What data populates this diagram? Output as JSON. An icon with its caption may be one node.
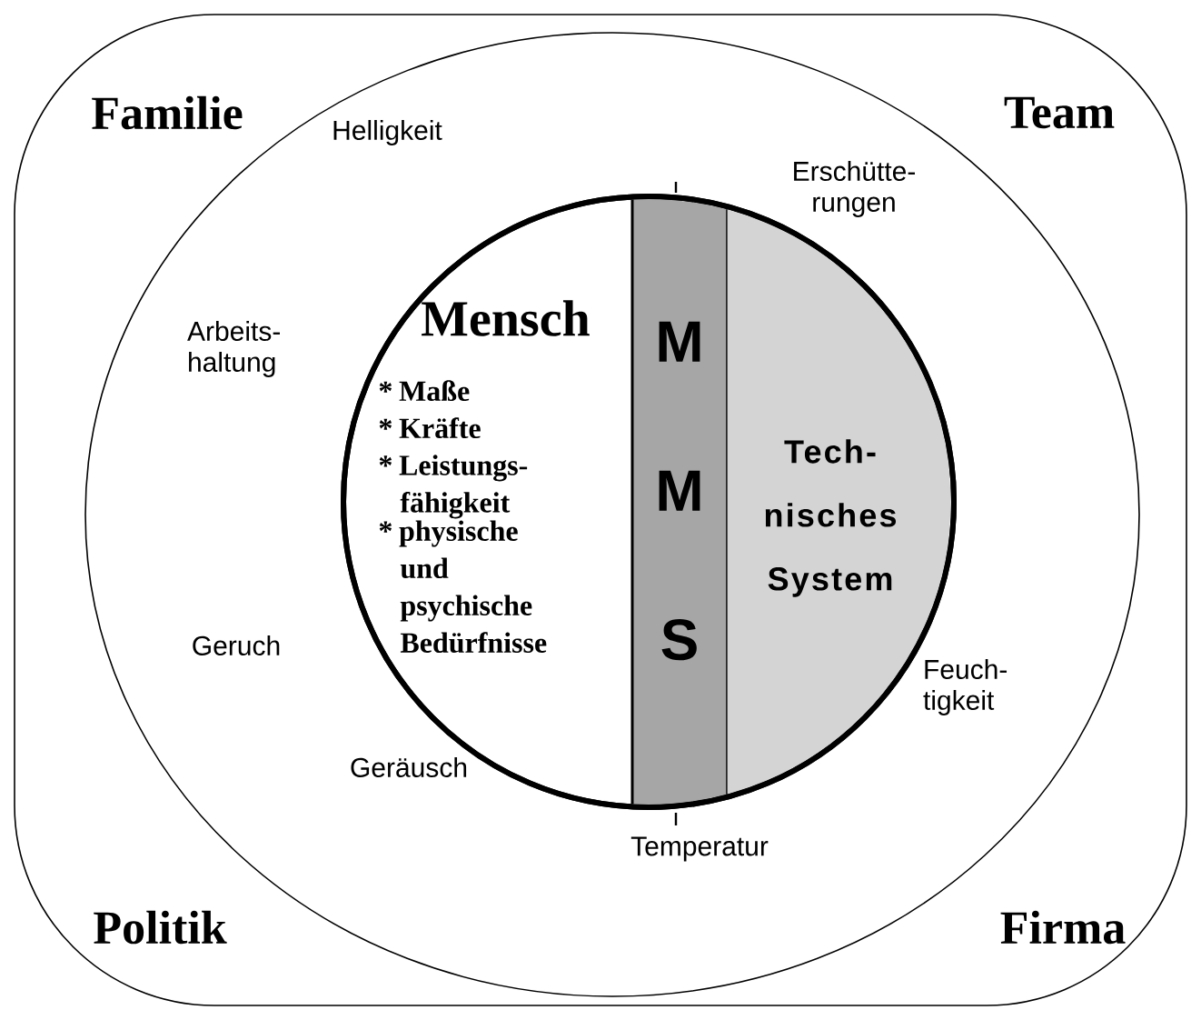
{
  "diagram": {
    "nodes": [
      {
        "text": [
          "Familie",
          "Team",
          "Politik",
          "Firma"
        ]
      },
      {
        "text": [
          "Helligkeit",
          "Erschütte- rungen",
          "Arbeits- haltung",
          "Geruch",
          "Feuch- tigkeit",
          "Geräusch",
          "Temperatur"
        ],
        "in": 0
      },
      {
        "text": [],
        "shape": "circle",
        "in": 1
      },
      {
        "text": [
          "Mensch",
          "* Maße",
          "* Kräfte",
          "* Leistungs- fähigkeit",
          "* physische und psychische Bedürfnisse"
        ],
        "in": 2
      },
      {
        "text": [
          "M",
          "M",
          "S"
        ],
        "in": 2
      },
      {
        "text": [
          "Tech- nisches System"
        ],
        "in": 2
      }
    ]
  }
}
